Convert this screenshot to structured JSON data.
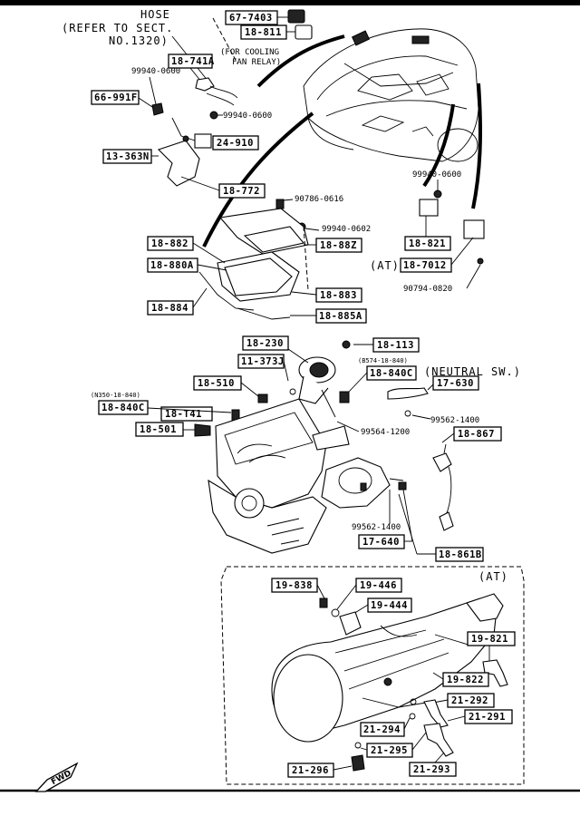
{
  "header": {
    "hose_title": "HOSE",
    "hose_ref_1": "(REFER TO SECT.",
    "hose_ref_2": "NO.1320)"
  },
  "notes": {
    "cooling_1": "(FOR COOLING",
    "cooling_2": "FAN RELAY)",
    "neutral": "(NEUTRAL SW.)",
    "at_upper": "(AT)",
    "at_lower": "(AT)",
    "ref_b574": "(B574-18-840)",
    "ref_n350": "(N350-18-840)",
    "fwd": "FWD"
  },
  "parts": {
    "p67_7403": "67-7403",
    "p18_811": "18-811",
    "p18_741a": "18-741A",
    "p66_991f": "66-991F",
    "p24_910": "24-910",
    "p13_363n": "13-363N",
    "p18_772": "18-772",
    "p18_882": "18-882",
    "p18_88z": "18-88Z",
    "p18_880a": "18-880A",
    "p18_883": "18-883",
    "p18_884": "18-884",
    "p18_885a": "18-885A",
    "p18_821": "18-821",
    "p18_7012": "18-7012",
    "p18_230": "18-230",
    "p18_113": "18-113",
    "p11_373j": "11-373J",
    "p18_840c_a": "18-840C",
    "p18_510": "18-510",
    "p17_630": "17-630",
    "p18_840c_b": "18-840C",
    "p18_t41": "18-T41",
    "p18_501": "18-501",
    "p18_867": "18-867",
    "p17_640": "17-640",
    "p18_861b": "18-861B",
    "p19_838": "19-838",
    "p19_446": "19-446",
    "p19_444": "19-444",
    "p19_821": "19-821",
    "p19_822": "19-822",
    "p21_292": "21-292",
    "p21_291": "21-291",
    "p21_294": "21-294",
    "p21_295": "21-295",
    "p21_296": "21-296",
    "p21_293": "21-293"
  },
  "fasteners": {
    "f99940_0600_a": "99940-0600",
    "f99940_0600_b": "99940-0600",
    "f99940_0600_c": "99940-0600",
    "f90786_0616": "90786-0616",
    "f99940_0602": "99940-0602",
    "f90794_0820": "90794-0820",
    "f99562_1400_a": "99562-1400",
    "f99564_1200": "99564-1200",
    "f99562_1400_b": "99562-1400"
  }
}
